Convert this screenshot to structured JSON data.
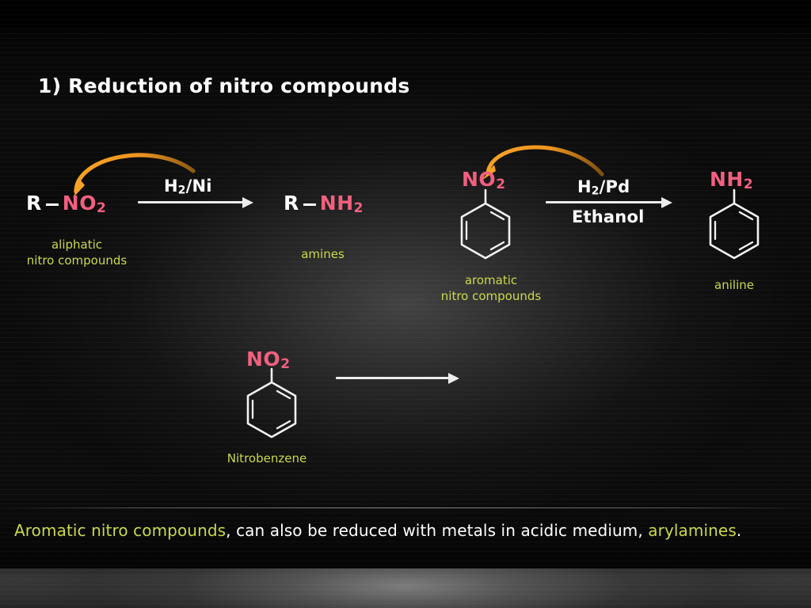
{
  "slide": {
    "title": "1) Reduction of nitro compounds",
    "background_color": "#0b0b0b",
    "accent_pink": "#f2607f",
    "accent_yellow_green": "#cbd94a",
    "accent_orange": "#f29a24",
    "text_white": "#ffffff"
  },
  "reaction_1": {
    "name": "aliphatic-nitro-reduction",
    "reactant": {
      "prefix": "R",
      "bond": "—",
      "group": "NO",
      "group_sub": "2"
    },
    "reactant_caption": "aliphatic\nnitro compounds",
    "reagent_above": "H",
    "reagent_above_sub": "2",
    "reagent_above_rest": "/Ni",
    "reagent_below": "",
    "product": {
      "prefix": "R",
      "bond": "—",
      "group": "NH",
      "group_sub": "2"
    },
    "product_caption": "amines",
    "curved_arrow": "electron-flow-arrow"
  },
  "reaction_2": {
    "name": "aromatic-nitro-reduction",
    "reactant_group": "NO",
    "reactant_group_sub": "2",
    "reactant_structure": "benzene-ring",
    "reactant_caption": "aromatic\nnitro compounds",
    "reagent_above": "H",
    "reagent_above_sub": "2",
    "reagent_above_rest": "/Pd",
    "reagent_below": "Ethanol",
    "product_group": "NH",
    "product_group_sub": "2",
    "product_structure": "benzene-ring",
    "product_caption": "aniline",
    "curved_arrow": "electron-flow-arrow"
  },
  "reaction_3": {
    "name": "nitrobenzene-reduction",
    "reactant_group": "NO",
    "reactant_group_sub": "2",
    "reactant_structure": "benzene-ring",
    "reactant_caption": "Nitrobenzene",
    "reagent_above": "",
    "reagent_below": "",
    "product_caption": ""
  },
  "footer": {
    "segment_1": "Aromatic nitro compounds",
    "segment_2": ", can also be reduced with metals in acidic medium, ",
    "segment_3": "arylamines",
    "segment_4": "."
  }
}
